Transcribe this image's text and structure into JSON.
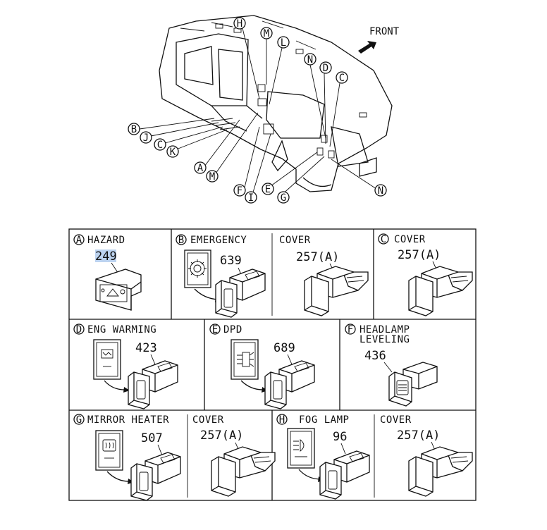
{
  "overview": {
    "front_label": "FRONT",
    "callouts": {
      "H": "H",
      "M_top": "M",
      "L": "L",
      "N_top": "N",
      "D": "D",
      "C_right": "C",
      "B": "B",
      "J": "J",
      "C_left": "C",
      "K": "K",
      "A": "A",
      "M_bottom": "M",
      "F": "F",
      "I": "I",
      "E": "E",
      "G": "G",
      "N_bottom": "N"
    }
  },
  "parts": {
    "A": {
      "circle": "A",
      "name": "HAZARD",
      "number": "249"
    },
    "B": {
      "circle": "B",
      "name": "EMERGENCY",
      "number": "639"
    },
    "B_cover": {
      "name": "COVER",
      "number": "257(A)"
    },
    "C": {
      "circle": "C",
      "name": "COVER",
      "number": "257(A)"
    },
    "D": {
      "circle": "D",
      "name": "ENG WARMING",
      "number": "423"
    },
    "E": {
      "circle": "E",
      "name": "DPD",
      "number": "689"
    },
    "F": {
      "circle": "F",
      "name_line1": "HEADLAMP",
      "name_line2": "LEVELING",
      "number": "436"
    },
    "G": {
      "circle": "G",
      "name": "MIRROR HEATER",
      "number": "507"
    },
    "G_cover": {
      "name": "COVER",
      "number": "257(A)"
    },
    "H": {
      "circle": "H",
      "name": "FOG LAMP",
      "number": "96"
    },
    "H_cover": {
      "name": "COVER",
      "number": "257(A)"
    }
  },
  "icons": {
    "front_arrow": "arrow-icon",
    "emergency": "gear-power-icon",
    "eng_warming": "engine-heater-icon",
    "dpd": "dpd-filter-icon",
    "mirror_heater": "mirror-heater-icon",
    "fog_lamp": "fog-lamp-icon"
  }
}
